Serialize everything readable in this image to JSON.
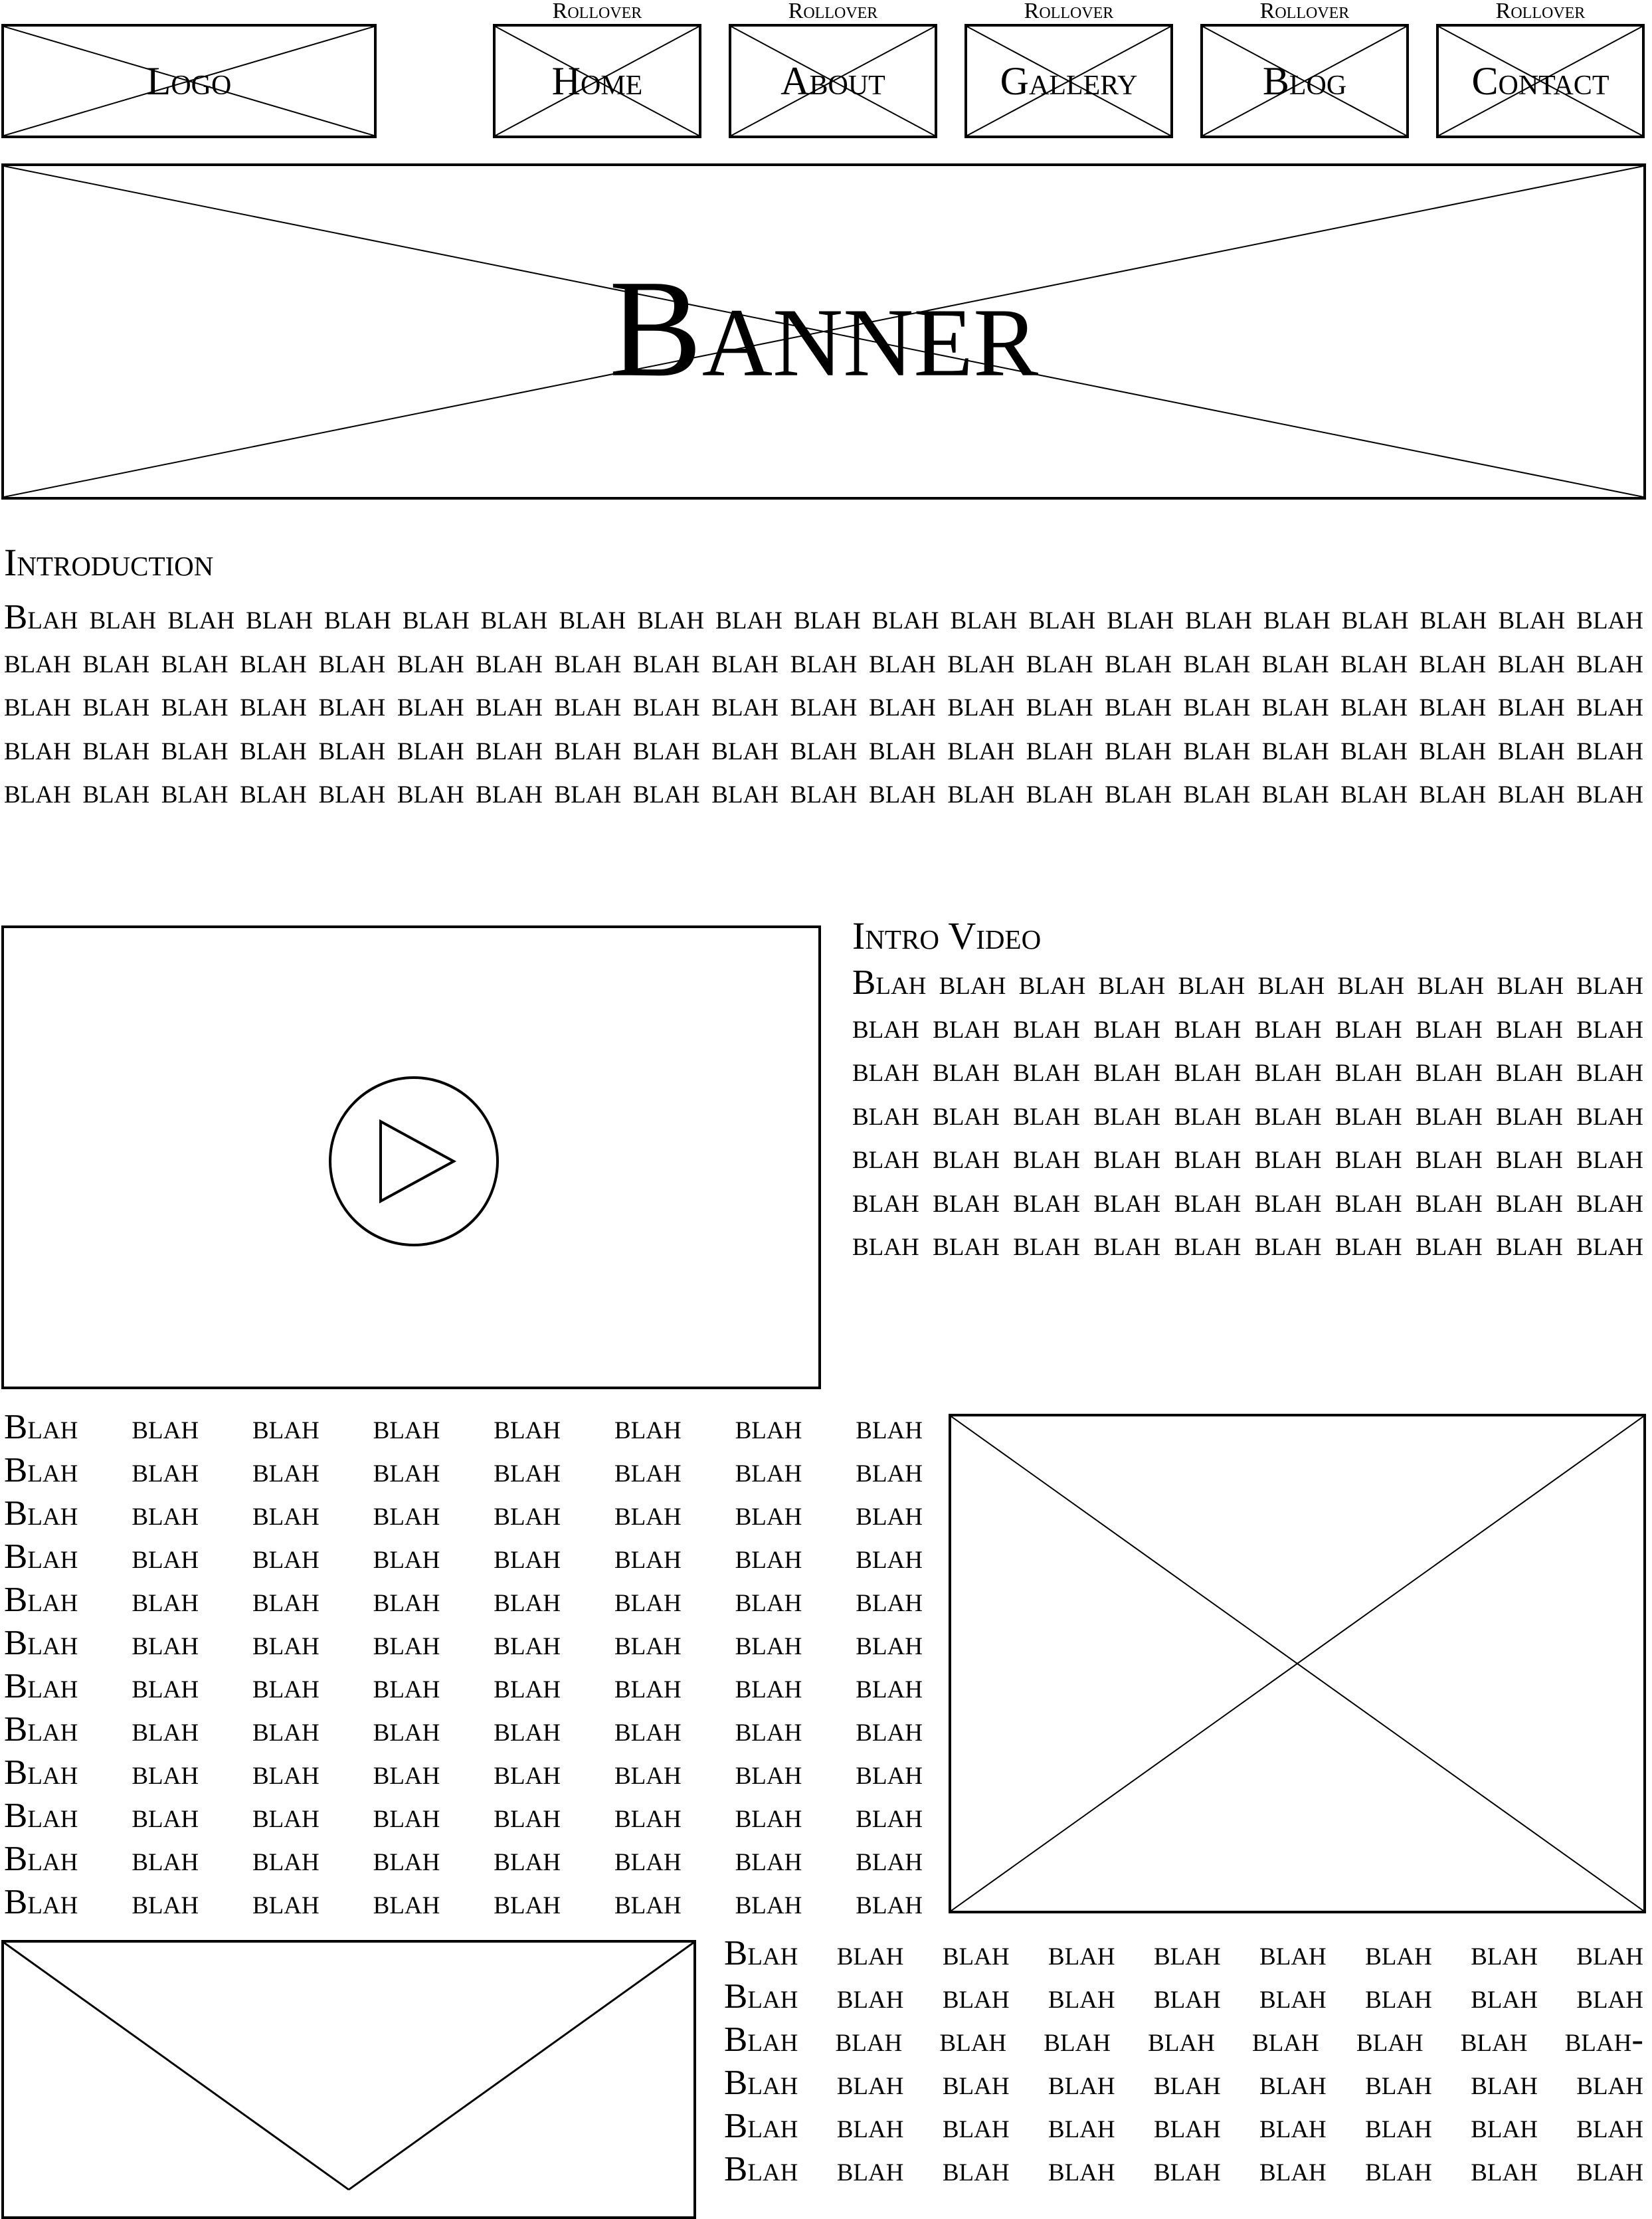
{
  "nav": {
    "logo": "Logo",
    "items": [
      {
        "label": "Home",
        "hint": "Rollover"
      },
      {
        "label": "About",
        "hint": "Rollover"
      },
      {
        "label": "Gallery",
        "hint": "Rollover"
      },
      {
        "label": "Blog",
        "hint": "Rollover"
      },
      {
        "label": "Contact",
        "hint": "Rollover"
      }
    ]
  },
  "banner": {
    "label": "Banner"
  },
  "intro": {
    "title": "Introduction",
    "text": "Blah blah blah blah blah blah blah blah blah blah blah blah blah blah blah blah blah blah blah blah blah blah blah blah blah blah blah blah blah blah blah blah blah blah blah blah blah blah blah blah blah blah blah blah blah blah blah blah blah blah blah blah blah blah blah blah blah blah blah blah blah blah blah blah blah blah blah blah blah blah blah blah blah blah blah blah blah blah blah blah blah blah blah blah blah blah blah blah blah blah blah blah blah blah blah blah blah blah blah blah blah blah blah blah blah"
  },
  "video_section": {
    "title": "Intro Video",
    "text": "Blah blah blah blah blah blah blah blah blah blah blah blah blah blah blah blah blah blah blah blah blah blah blah blah blah blah blah blah blah blah blah blah blah blah blah blah blah blah blah blah blah blah blah blah blah blah blah blah blah blah blah blah blah blah blah blah blah blah blah blah blah blah blah blah blah blah blah blah blah blah",
    "play_icon": "play-icon"
  },
  "middle_section": {
    "lines": [
      "Blah blah blah blah blah blah blah blah",
      "Blah blah blah blah blah blah blah blah",
      "Blah blah blah blah blah blah blah blah",
      "Blah blah blah blah blah blah blah blah",
      "Blah blah blah blah blah blah blah blah",
      "Blah blah blah blah blah blah blah blah",
      "Blah blah blah blah blah blah blah blah",
      "Blah blah blah blah blah blah blah blah",
      "Blah blah blah blah blah blah blah blah",
      "Blah blah blah blah blah blah blah blah",
      "Blah blah blah blah blah blah blah blah",
      "Blah blah blah blah blah blah blah blah"
    ]
  },
  "bottom_section": {
    "lines": [
      "Blah blah blah blah blah blah blah blah blah",
      "Blah blah blah blah blah blah blah blah blah",
      "Blah blah blah blah blah blah blah blah blah-",
      "Blah blah blah blah blah blah blah blah blah",
      "Blah blah blah blah blah blah blah blah blah",
      "Blah blah blah blah blah blah blah blah blah"
    ]
  }
}
